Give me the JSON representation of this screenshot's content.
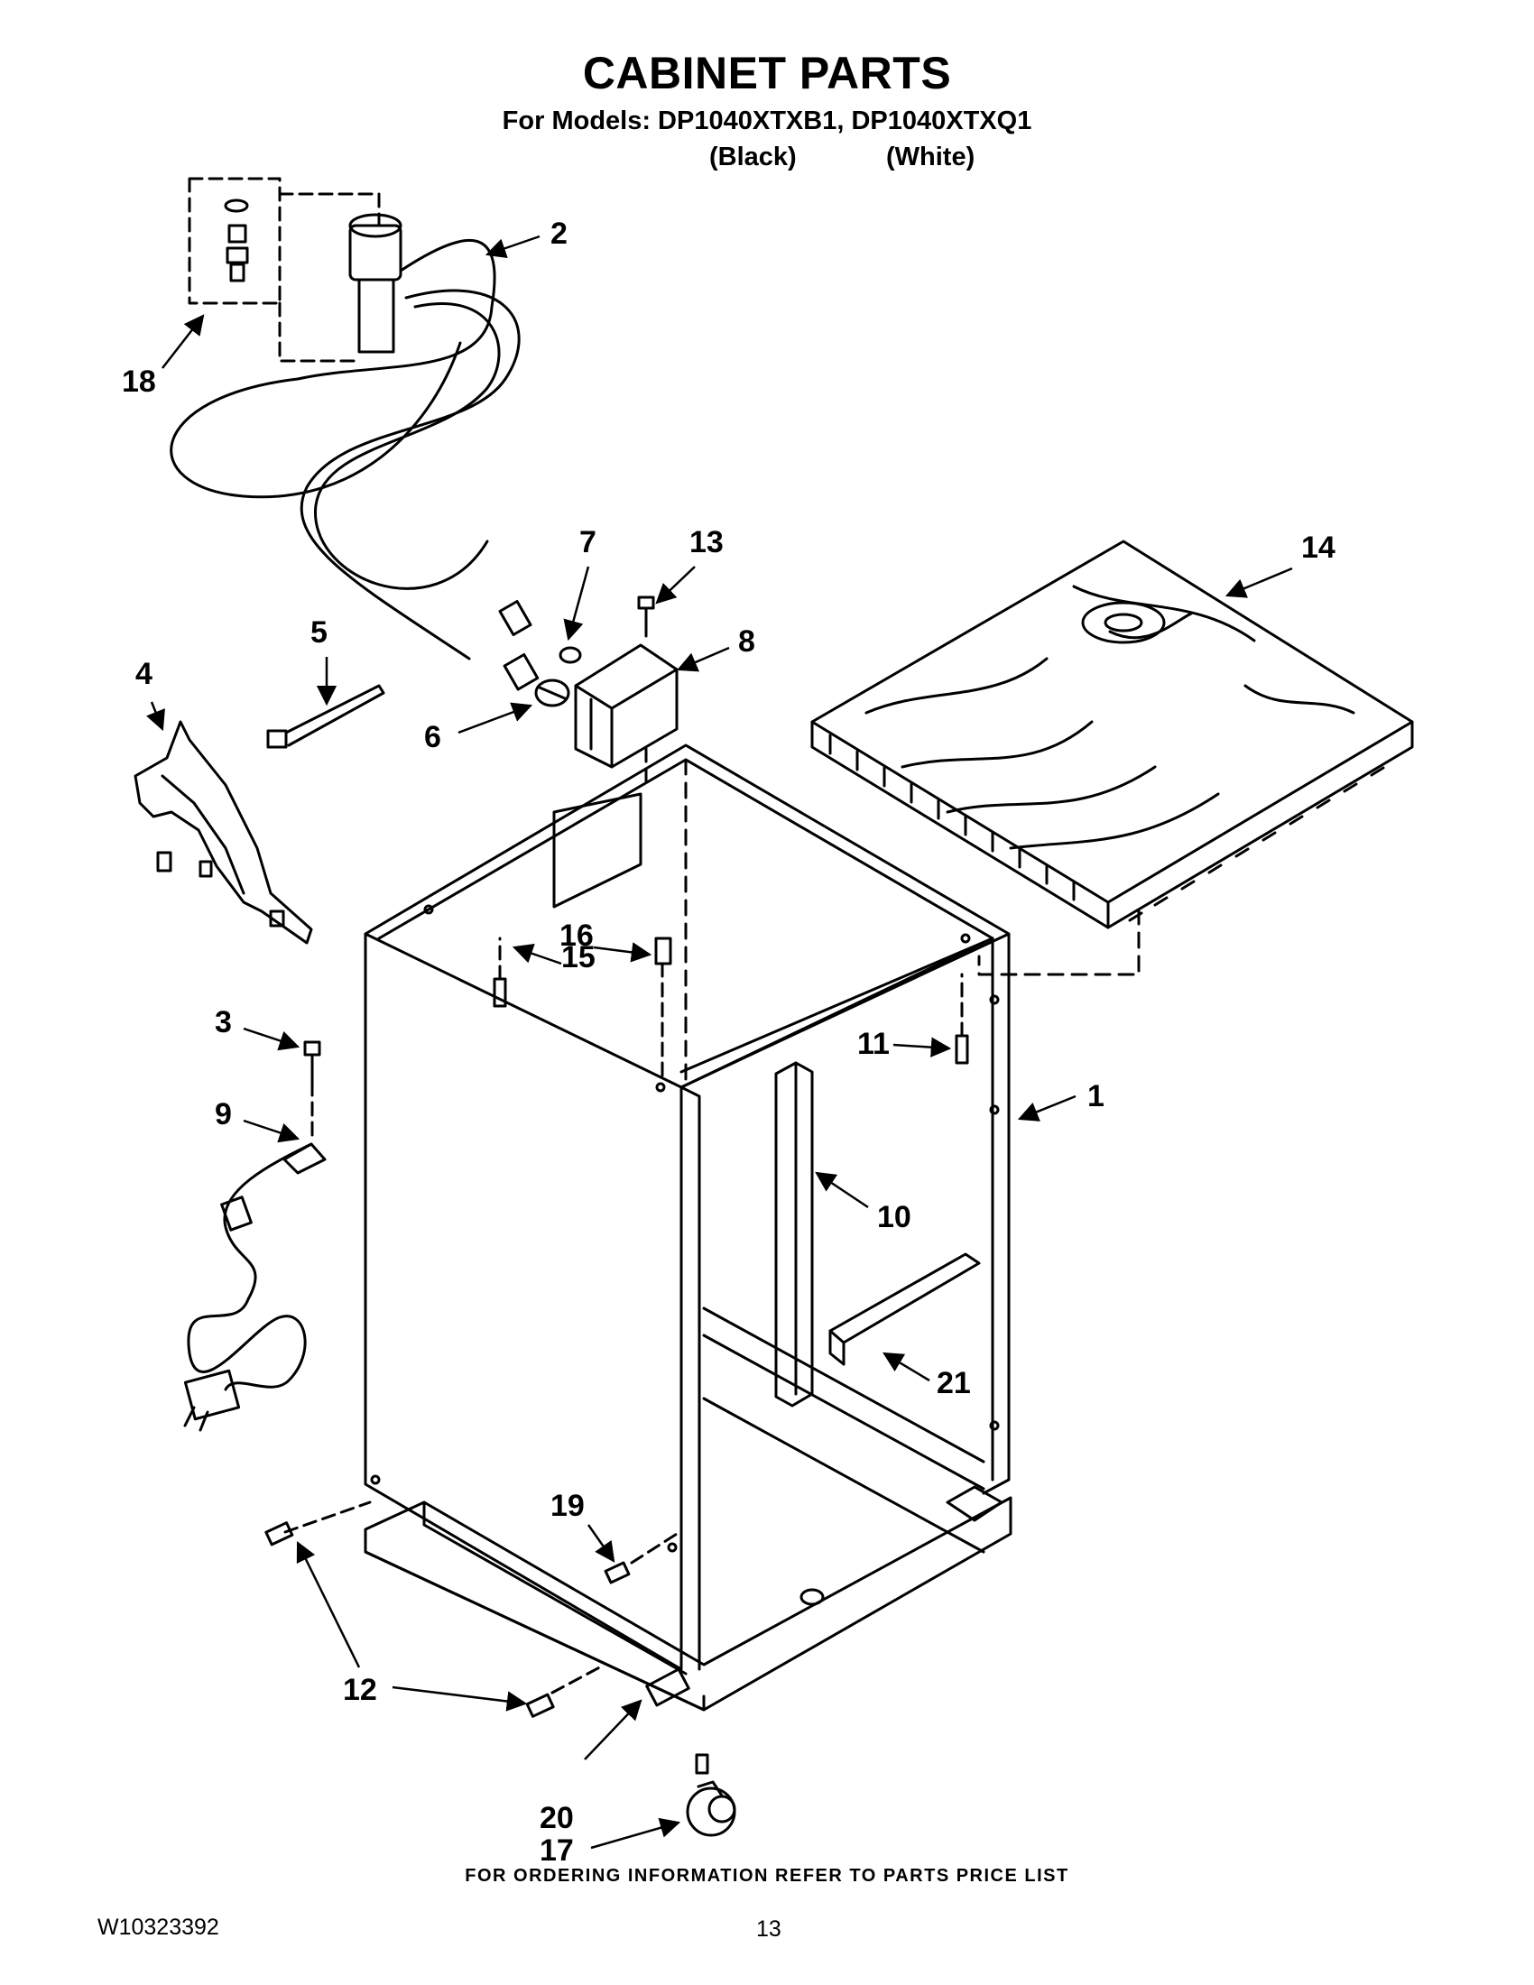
{
  "header": {
    "title": "CABINET PARTS",
    "models_line": "For Models: DP1040XTXB1, DP1040XTXQ1",
    "color_black": "(Black)",
    "color_white": "(White)"
  },
  "callouts": [
    "1",
    "2",
    "3",
    "4",
    "5",
    "6",
    "7",
    "8",
    "9",
    "10",
    "11",
    "12",
    "13",
    "14",
    "15",
    "16",
    "17",
    "18",
    "19",
    "20",
    "21"
  ],
  "footer": {
    "ordering_note": "FOR ORDERING INFORMATION REFER TO PARTS PRICE LIST",
    "doc_number": "W10323392",
    "page_number": "13"
  }
}
